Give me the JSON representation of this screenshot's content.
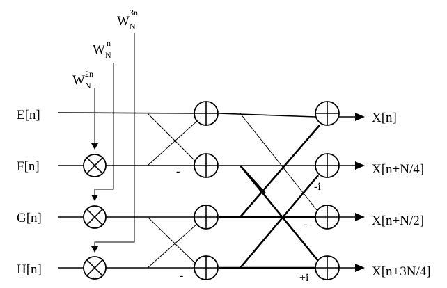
{
  "inputs": [
    "E[n]",
    "F[n]",
    "G[n]",
    "H[n]"
  ],
  "outputs": [
    "X[n]",
    "X[n+N/4]",
    "X[n+N/2]",
    "X[n+3N/4]"
  ],
  "twiddles": {
    "w3n": {
      "base": "W",
      "sub": "N",
      "sup": "3n"
    },
    "wn": {
      "base": "W",
      "sub": "N",
      "sup": "n"
    },
    "w2n": {
      "base": "W",
      "sub": "N",
      "sup": "2n"
    }
  },
  "signs": {
    "stage1_f": "-",
    "stage1_h": "-",
    "stage2_f": "-i",
    "stage2_g": "-",
    "stage2_h": "+i"
  }
}
